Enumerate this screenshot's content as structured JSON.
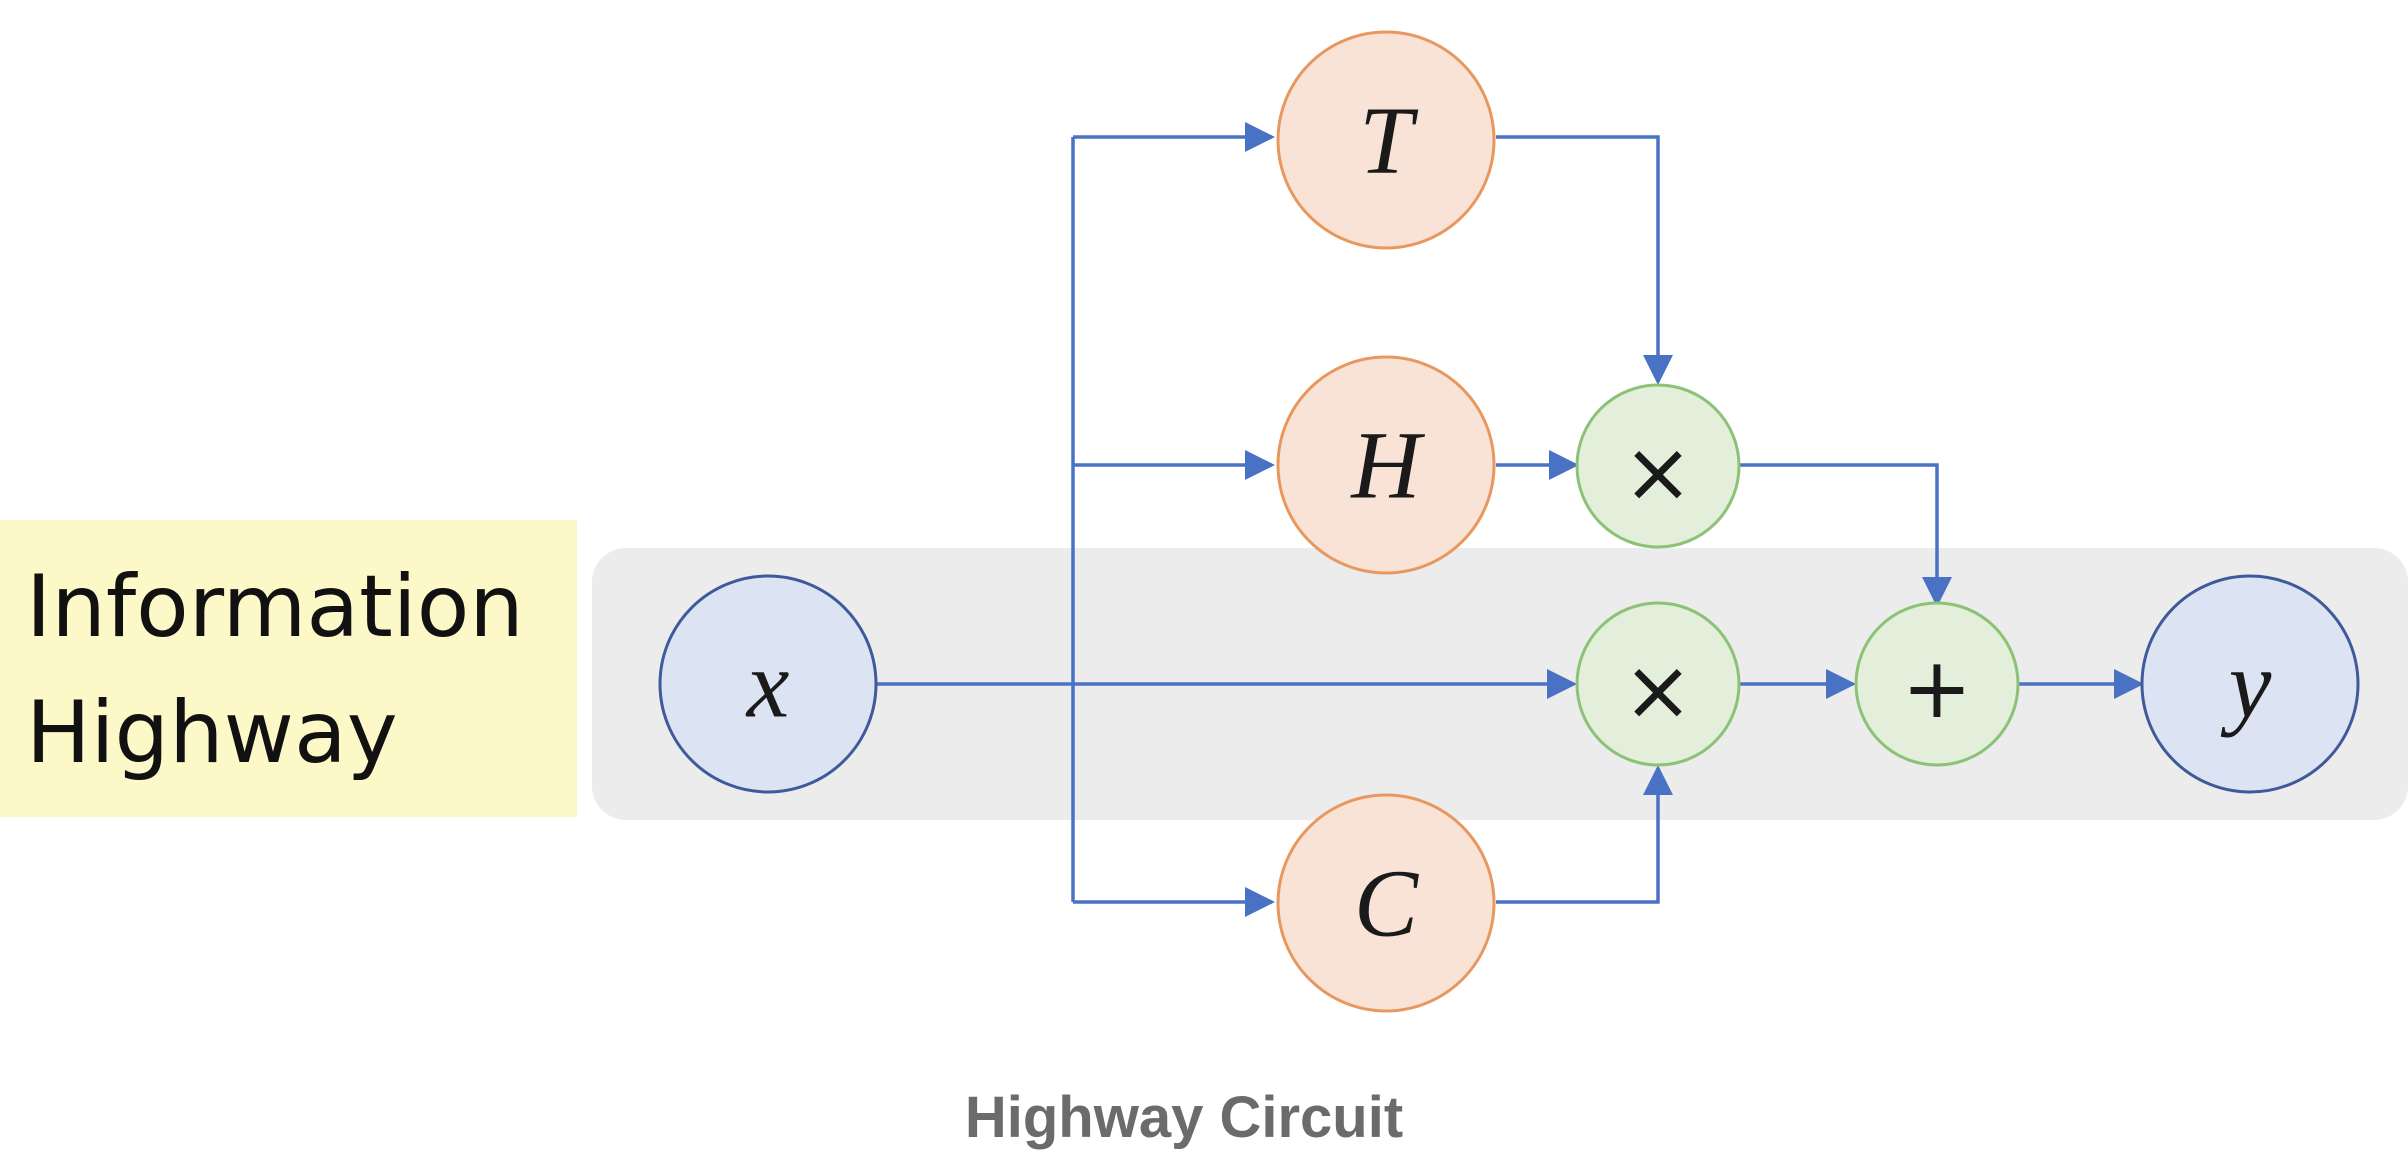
{
  "highway_label": {
    "line1": "Information",
    "line2": "Highway"
  },
  "nodes": {
    "x": "x",
    "t": "T",
    "h": "H",
    "c": "C",
    "y": "y",
    "mul_top": "×",
    "mul_mid": "×",
    "add": "+"
  },
  "caption": "Highway Circuit",
  "colors": {
    "wire": "#4a72c4",
    "io_fill": "#dce3f2",
    "io_stroke": "#3f5a9a",
    "gate_fill": "#f8e3d6",
    "gate_stroke": "#e8985e",
    "op_fill": "#e3efdb",
    "op_stroke": "#8cc276",
    "highway_band": "#ececec",
    "label_box": "#fdf8c8"
  }
}
